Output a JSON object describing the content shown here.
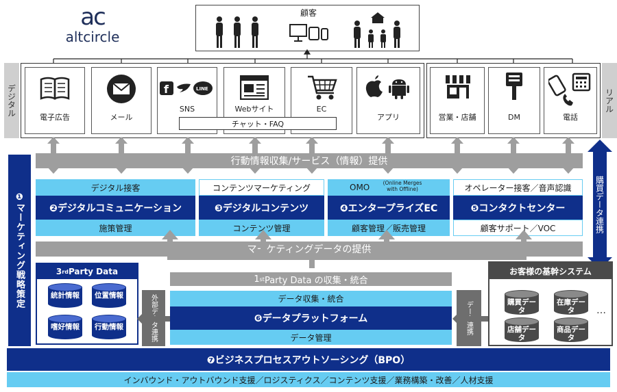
{
  "logo": {
    "mark": "ac",
    "text": "altcircle"
  },
  "customer": {
    "label": "顧客"
  },
  "side": {
    "digital": "デジタル",
    "real": "リアル",
    "strategy": "❶マーケティング戦略策定",
    "purchase_link": "購買データ連携"
  },
  "channels": [
    {
      "label": "電子広告",
      "icon": "book-icon"
    },
    {
      "label": "メール",
      "icon": "mail-icon"
    },
    {
      "label": "SNS",
      "icon": "sns-icon"
    },
    {
      "label": "Webサイト",
      "icon": "web-icon"
    },
    {
      "label": "EC",
      "icon": "cart-icon"
    },
    {
      "label": "アプリ",
      "icon": "app-icon"
    },
    {
      "label": "営業・店舗",
      "icon": "store-icon"
    },
    {
      "label": "DM",
      "icon": "mailbox-icon"
    },
    {
      "label": "電話",
      "icon": "phone-icon"
    }
  ],
  "chat_faq": "チャット・FAQ",
  "behavior_bar": "行動情報収集/サービス（情報）提供",
  "services": [
    {
      "top": "デジタル接客",
      "main": "❷デジタルコミュニケーション",
      "bottom": "施策管理"
    },
    {
      "top": "コンテンツマーケティング",
      "main": "❸デジタルコンテンツ",
      "bottom": "コンテンツ管理"
    },
    {
      "top": "OMO",
      "top_note": "(Online Merges with Offline)",
      "main": "❹エンタープライズEC",
      "bottom": "顧客管理／販売管理"
    },
    {
      "top": "オペレーター接客／音声認識",
      "main": "❺コンタクトセンター",
      "bottom": "顧客サポート／VOC"
    }
  ],
  "marketing_bar": "マーケティングデータの提供",
  "third_party": {
    "title_pre": "3",
    "title_sup": "rd",
    "title_post": " Party Data",
    "items": [
      "統計情報",
      "位置情報",
      "嗜好情報",
      "行動情報"
    ]
  },
  "ext_link": "外部データ連携",
  "first_party": {
    "pre": "1",
    "sup": "st",
    "post": " Party Data の収集・統合"
  },
  "platform": {
    "top": "データ収集・統合",
    "main": "❻データプラットフォーム",
    "bottom": "データ管理"
  },
  "data_link": "データ連携",
  "core": {
    "title": "お客様の基幹システム",
    "items": [
      "購買データ",
      "在庫データ",
      "店舗データ",
      "商品データ"
    ],
    "ellipsis": "…"
  },
  "bpo": {
    "main": "❼ビジネスプロセスアウトソーシング（BPO）",
    "sub": "インバウンド・アウトバウンド支援／ロジスティクス／コンテンツ支援／業務構築・改善／人材支援"
  },
  "colors": {
    "navy": "#0f2f8a",
    "light_blue": "#66ccf2",
    "grey": "#9e9e9e"
  }
}
